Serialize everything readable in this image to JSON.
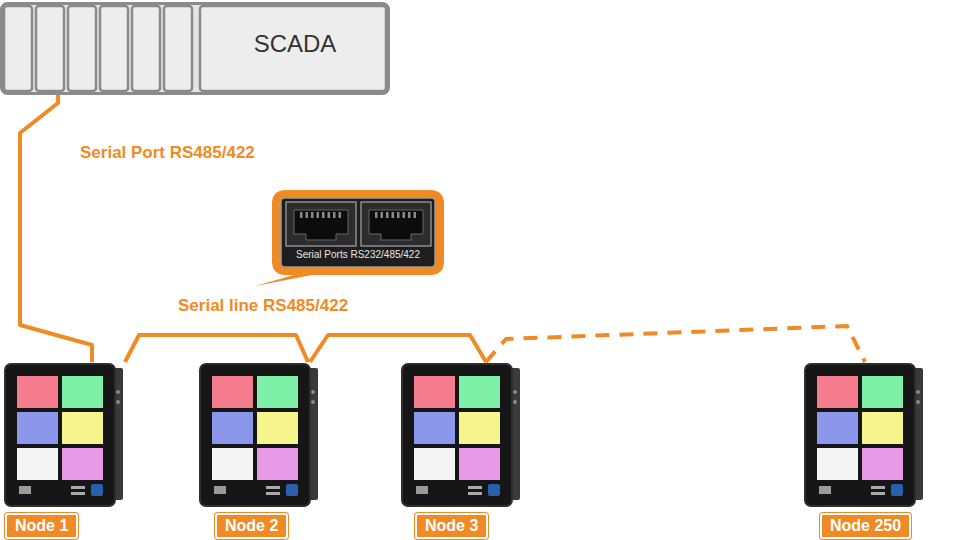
{
  "diagram": {
    "nodes": [
      {
        "text": [
          "SCADA"
        ]
      },
      {
        "text": [
          "Serial Ports RS232/485/422"
        ]
      },
      {
        "text": [
          "Node 1"
        ]
      },
      {
        "text": [
          "Node 2"
        ]
      },
      {
        "text": [
          "Node 3"
        ]
      },
      {
        "text": [
          "Node 250"
        ]
      }
    ],
    "edges": [
      {
        "from": 0,
        "to": 2,
        "arrow": "none",
        "label": "Serial Port RS485/422"
      },
      {
        "from": 2,
        "to": 3,
        "arrow": "none"
      },
      {
        "from": 3,
        "to": 4,
        "arrow": "none"
      },
      {
        "from": 4,
        "to": 5,
        "arrow": "none"
      }
    ],
    "labels": [
      "Serial line RS485/422"
    ]
  }
}
